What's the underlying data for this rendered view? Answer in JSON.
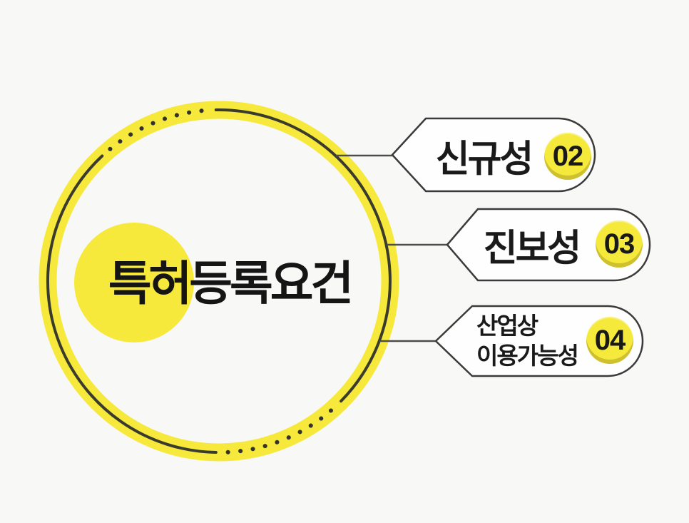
{
  "slide": {
    "title": "특허등록요건"
  },
  "items": [
    {
      "id": "novelty",
      "lines": [
        "신규성"
      ],
      "number": "02"
    },
    {
      "id": "inventive-step",
      "lines": [
        "진보성"
      ],
      "number": "03"
    },
    {
      "id": "industrial-applicability",
      "lines": [
        "산업상",
        "이용가능성"
      ],
      "number": "04"
    }
  ],
  "colors": {
    "background": "#f8f8f7",
    "accent_yellow": "#f6e93b",
    "dark_arc": "#3b3b2d",
    "dot": "#33332a",
    "connector": "#4c4c48",
    "tag_border": "#3b3b3b",
    "tag_fill": "#fefefe",
    "text": "#151515",
    "badge_shadow": "#c9ba32"
  }
}
